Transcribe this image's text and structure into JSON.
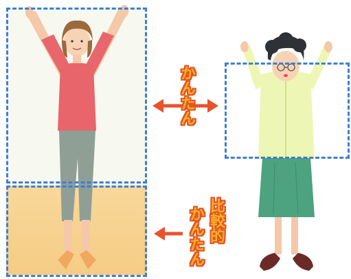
{
  "labels": {
    "easy": "かんたん",
    "fairly_line1": "比較的",
    "fairly_line2": "かんたん"
  },
  "colors": {
    "dash_border": "#3c7ed6",
    "arrow": "#e8532c",
    "label_fill": "#f7b020",
    "label_outline": "#e2532a"
  }
}
